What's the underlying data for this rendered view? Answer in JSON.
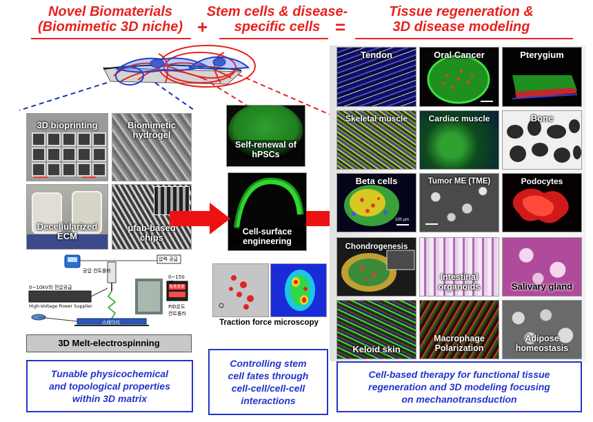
{
  "headers": {
    "left": "Novel Biomaterials\n(Biomimetic 3D niche)",
    "plus": "+",
    "middle": "Stem cells & disease-\nspecific cells",
    "equals": "=",
    "right": "Tissue regeneration &\n3D disease modeling"
  },
  "left_panel": {
    "bioprinting": "3D bioprinting",
    "hydrogel": "Biomimetic\nhydrogel",
    "decell": "Decellularized\nECM",
    "chips": "μfab-based\nchips",
    "melt": "3D Melt-electrospinning",
    "schematic": {
      "voltage_range": "0~10kV의 전압공급",
      "hv_supply": "High-Voltage Power Supplier",
      "pressure": "압력 공급",
      "air_controller": "공압 컨트롤러",
      "temp_range": "0~150 ℃",
      "pid": "PID온도\n컨트롤러",
      "stage": "스테이지",
      "display": "8.8.8.8"
    },
    "caption": "Tunable physicochemical\nand topological properties\nwithin 3D matrix"
  },
  "middle_panel": {
    "self_renewal": "Self-renewal of\nhPSCs",
    "cell_surface": "Cell-surface\nengineering",
    "traction": "Traction force microscopy",
    "caption": "Controlling stem\ncell fates through\ncell-cell/cell-cell\ninteractions"
  },
  "right_panel": {
    "tiles": [
      "Tendon",
      "Oral Cancer",
      "Pterygium",
      "Skeletal muscle",
      "Cardiac muscle",
      "Bone",
      "Beta cells",
      "Tumor ME (TME)",
      "Podocytes",
      "Chondrogenesis",
      "Intestinal\norganoids",
      "Salivary gland",
      "Keloid skin",
      "Macrophage\nPolarization",
      "Adipose\nhomeostasis"
    ],
    "scale_bar": "100 μm",
    "caption": "Cell-based therapy for functional tissue\nregeneration and 3D modeling focusing\non mechanotransduction"
  },
  "colors": {
    "header_red": "#e8211d",
    "caption_blue": "#2233cc",
    "arrow_red": "#ee1111"
  }
}
